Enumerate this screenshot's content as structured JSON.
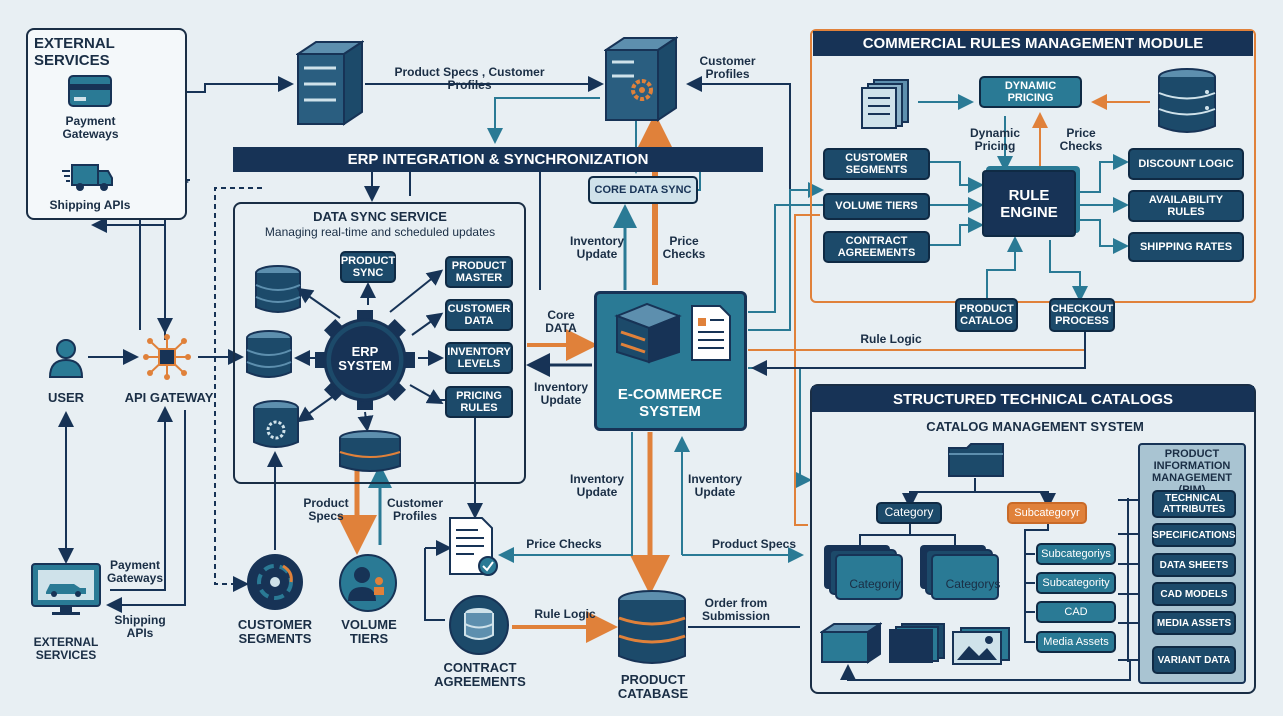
{
  "colors": {
    "navy": "#173356",
    "teal": "#2a7a95",
    "orange": "#e0813a",
    "background": "#e8eff3",
    "light": "#cfe2ea"
  },
  "external_services": {
    "title": "EXTERNAL SERVICES",
    "payment": "Payment Gateways",
    "shipping": "Shipping APIs"
  },
  "user": "USER",
  "api_gateway": "API GATEWAY",
  "external_services_bottom": {
    "label": "EXTERNAL SERVICES",
    "payment": "Payment Gateways",
    "shipping": "Shipping APIs"
  },
  "top_flow": {
    "label": "Product Specs , Customer Profiles",
    "customer_profiles": "Customer Profiles"
  },
  "erp": {
    "title": "ERP INTEGRATION & SYNCHRONIZATION",
    "service_title": "DATA SYNC SERVICE",
    "service_sub": "Managing real-time and scheduled updates",
    "core": "ERP SYSTEM",
    "product_sync": "PRODUCT SYNC",
    "product_master": "PRODUCT MASTER",
    "customer_data": "CUSTOMER DATA",
    "inventory_levels": "INVENTORY LEVELS",
    "pricing_rules": "PRICING RULES"
  },
  "center": {
    "core_data_sync": "CORE DATA SYNC",
    "inventory_update": "Inventory Update",
    "price_checks": "Price Checks",
    "core_data": "Core DATA",
    "inventory_update_2": "Inventory Update",
    "ecommerce": "E-COMMERCE SYSTEM",
    "inventory_update_3": "Inventory Update",
    "inventory_update_4": "Inventory Update",
    "price_checks_2": "Price Checks",
    "product_specs": "Product Specs",
    "rule_logic": "Rule Logic",
    "order_from": "Order from Submission",
    "product_database": "PRODUCT CATABASE"
  },
  "bottom_left": {
    "product_specs": "Product Specs",
    "customer_profiles": "Customer Profiles",
    "customer_segments": "CUSTOMER SEGMENTS",
    "volume_tiers": "VOLUME TIERS",
    "contract_agreements": "CONTRACT AGREEMENTS"
  },
  "commercial": {
    "title": "COMMERCIAL RULES MANAGEMENT MODULE",
    "dynamic_pricing": "DYNAMIC PRICING",
    "dynamic_pricing_label": "Dynamic Pricing",
    "price_checks": "Price Checks",
    "customer_segments": "CUSTOMER SEGMENTS",
    "volume_tiers": "VOLUME TIERS",
    "contract_agreements": "CONTRACT AGREEMENTS",
    "rule_engine": "RULE ENGINE",
    "discount_logic": "DISCOUNT LOGIC",
    "availability_rules": "AVAILABILITY RULES",
    "shipping_rates": "SHIPPING RATES",
    "product_catalog": "PRODUCT CATALOG",
    "checkout_process": "CHECKOUT PROCESS",
    "rule_logic": "Rule Logic"
  },
  "catalogs": {
    "title": "STRUCTURED TECHNICAL CATALOGS",
    "cms": "CATALOG MANAGEMENT SYSTEM",
    "category": "Category",
    "subcategory_top": "Subcategoryr",
    "categoriy": "Categoriy",
    "categorys": "Categorys",
    "subcategoriys": "Subcategoriys",
    "subcategority": "Subcategority",
    "cad": "CAD",
    "media_assets": "Media Assets",
    "pim": "PRODUCT INFORMATION MANAGEMENT (PIM)",
    "technical_attributes": "TECHNICAL ATTRIBUTES",
    "specifications": "SPECIFICATIONS",
    "data_sheets": "DATA SHEETS",
    "cad_models": "CAD MODELS",
    "media_assets_pim": "MEDIA ASSETS",
    "variant_data": "VARIANT DATA"
  }
}
